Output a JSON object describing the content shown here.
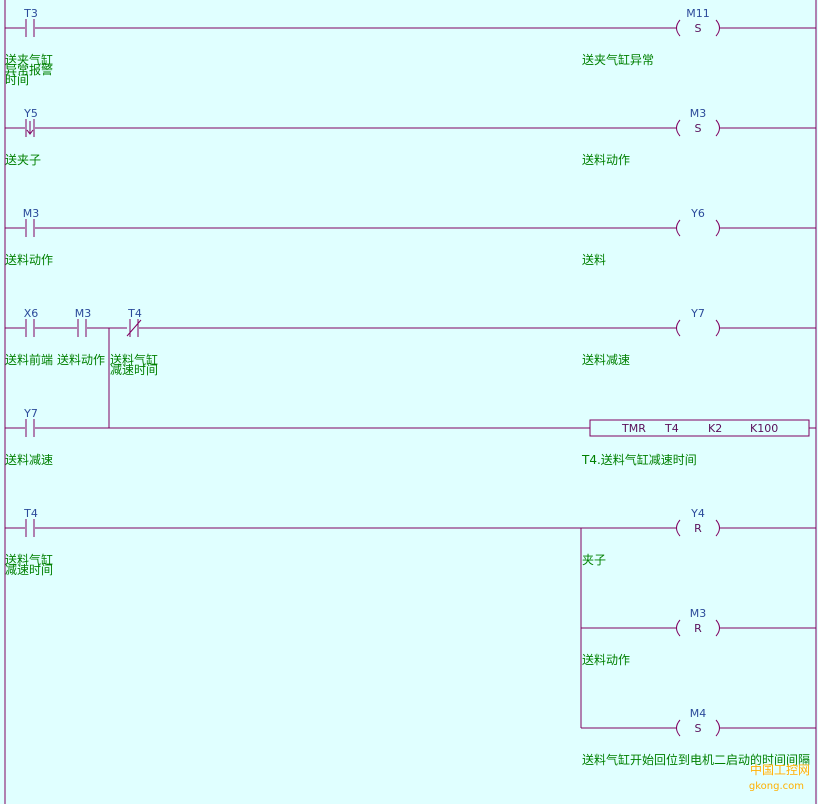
{
  "rungs": [
    {
      "contacts": [
        {
          "addr": "T3",
          "type": "NO",
          "comment": "送夹气缸\n异常报警\n时间"
        }
      ],
      "coil": {
        "addr": "M11",
        "func": "S",
        "comment": "送夹气缸异常"
      }
    },
    {
      "contacts": [
        {
          "addr": "Y5",
          "type": "FALL",
          "comment": "送夹子"
        }
      ],
      "coil": {
        "addr": "M3",
        "func": "S",
        "comment": "送料动作"
      }
    },
    {
      "contacts": [
        {
          "addr": "M3",
          "type": "NO",
          "comment": "送料动作"
        }
      ],
      "coil": {
        "addr": "Y6",
        "func": "",
        "comment": "送料"
      }
    },
    {
      "contacts": [
        {
          "addr": "X6",
          "type": "NO",
          "comment": "送料前端"
        },
        {
          "addr": "M3",
          "type": "NO",
          "comment": "送料动作"
        },
        {
          "addr": "T4",
          "type": "NC",
          "comment": "送料气缸\n减速时间"
        }
      ],
      "coil": {
        "addr": "Y7",
        "func": "",
        "comment": "送料减速"
      },
      "branch": {
        "addr": "Y7",
        "type": "NO",
        "comment": "送料减速"
      }
    },
    {
      "instruction": {
        "op": "TMR",
        "operands": [
          "T4",
          "K2",
          "K100"
        ],
        "comment": "T4.送料气缸减速时间"
      }
    },
    {
      "contacts": [
        {
          "addr": "T4",
          "type": "NO",
          "comment": "送料气缸\n减速时间"
        }
      ],
      "outputs": [
        {
          "addr": "Y4",
          "func": "R",
          "comment": "夹子"
        },
        {
          "addr": "M3",
          "func": "R",
          "comment": "送料动作"
        },
        {
          "addr": "M4",
          "func": "S",
          "comment": "送料气缸开始回位到电机二启动的时间间隔"
        }
      ]
    }
  ],
  "watermark": {
    "text": "中国工控网",
    "url": "gkong.com"
  },
  "colors": {
    "background": "#e0ffff",
    "wire": "#800060",
    "address": "#2b4a9a",
    "comment": "#008000"
  }
}
